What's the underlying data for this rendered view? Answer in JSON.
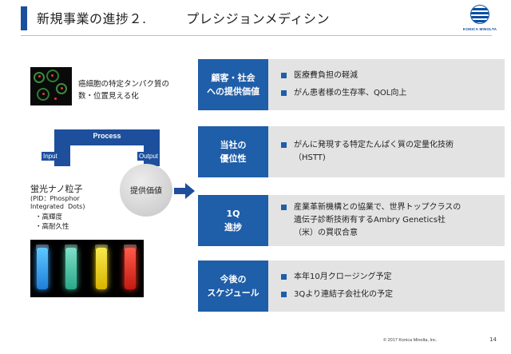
{
  "header": {
    "title": "新規事業の進捗２.　　　プレシジョンメディシン",
    "logo_text": "KONICA MINOLTA"
  },
  "left": {
    "cell_caption_line1": "癌細胞の特定タンパク質の",
    "cell_caption_line2": "数・位置見える化",
    "process_label": "Process",
    "input_label": "Input",
    "output_label": "Output",
    "value_label": "提供価値",
    "nano_title": "蛍光ナノ粒子",
    "nano_detail": "(PID：Phosphor\nIntegrated  Dots)",
    "nano_bullets": [
      "・高輝度",
      "・高耐久性"
    ]
  },
  "rows": [
    {
      "head": "顧客・社会\nへの提供価値",
      "bullets": [
        "医療費負担の軽減",
        "がん患者様の生存率、QOL向上"
      ]
    },
    {
      "head": "当社の\n優位性",
      "bullets": [
        "がんに発現する特定たんぱく質の定量化技術\n（HSTT)"
      ]
    },
    {
      "head": "1Q\n進捗",
      "bullets": [
        "産業革新機構との協業で、世界トップクラスの\n遺伝子診断技術有するAmbry Genetics社\n（米）の買収合意"
      ]
    },
    {
      "head": "今後の\nスケジュール",
      "bullets": [
        "本年10月クロージング予定",
        "3Qより連結子会社化の予定"
      ]
    }
  ],
  "footer": {
    "copyright": "© 2017 Konica Minolta, Inc.",
    "page": "14"
  },
  "colors": {
    "accent": "#1f5ea8",
    "row_bg": "#e3e3e3"
  }
}
